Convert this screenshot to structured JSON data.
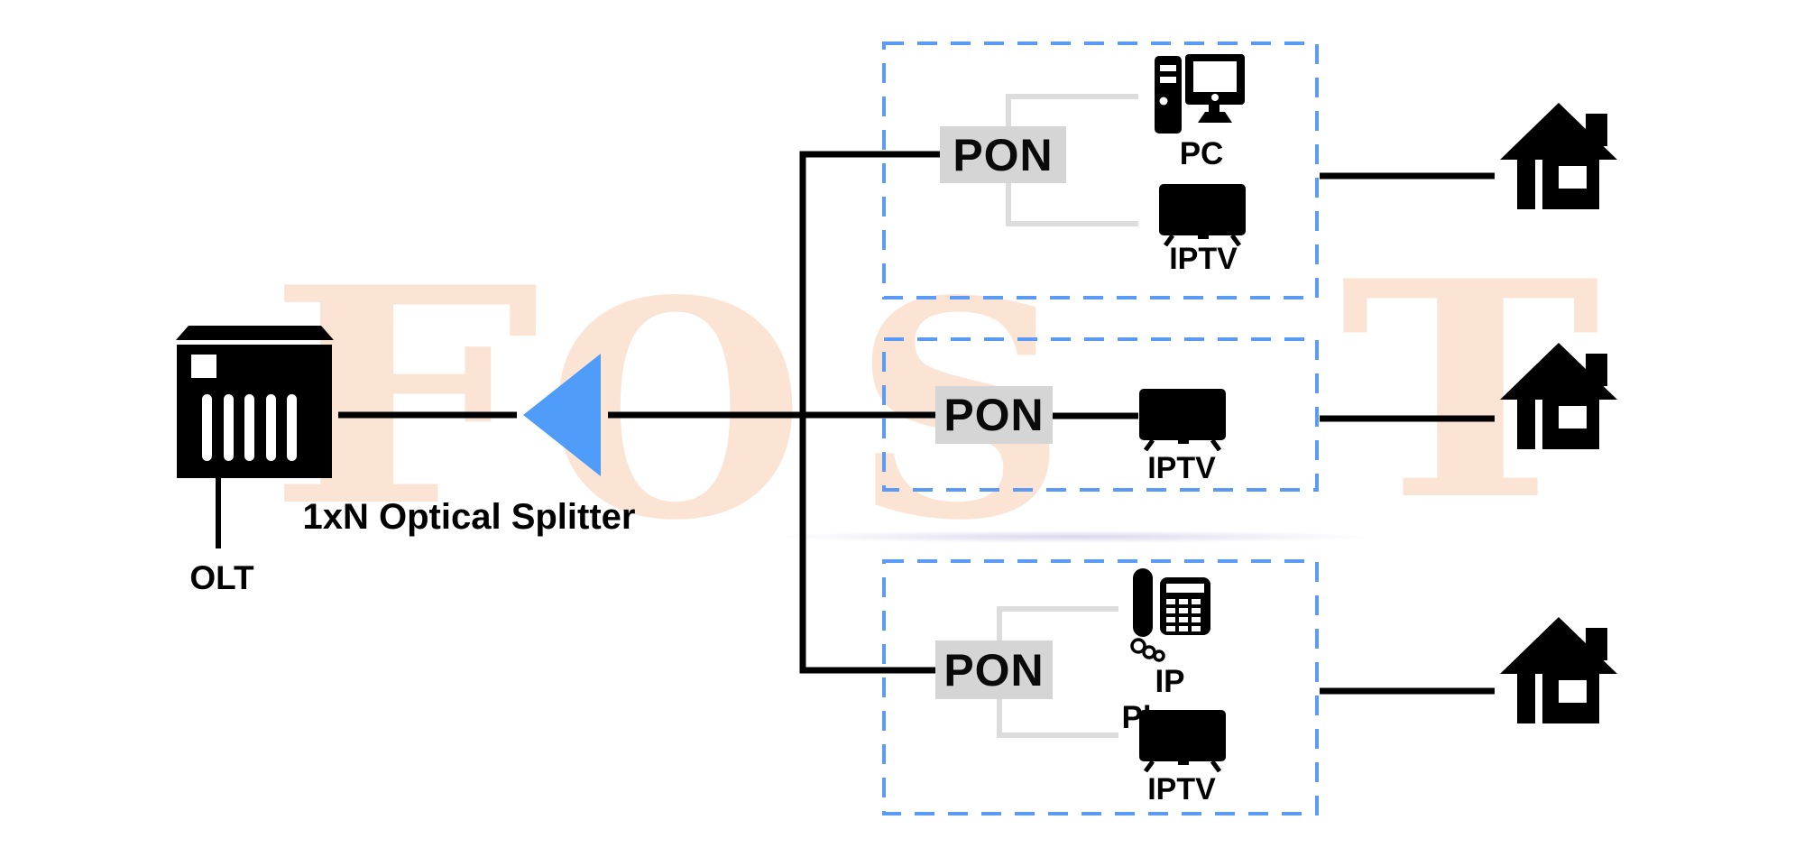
{
  "watermark": {
    "letters": [
      "F",
      "O",
      "S",
      "T"
    ]
  },
  "olt": {
    "label": "OLT",
    "icon": "olt-chassis-icon"
  },
  "splitter": {
    "label": "1xN Optical Splitter",
    "icon": "splitter-triangle-icon"
  },
  "groups": [
    {
      "pon_label": "PON",
      "devices": [
        {
          "icon": "pc-icon",
          "label": "PC"
        },
        {
          "icon": "iptv-icon",
          "label": "IPTV"
        }
      ],
      "endpoint_icon": "house-icon"
    },
    {
      "pon_label": "PON",
      "devices": [
        {
          "icon": "iptv-icon",
          "label": "IPTV"
        }
      ],
      "endpoint_icon": "house-icon"
    },
    {
      "pon_label": "PON",
      "devices": [
        {
          "icon": "ip-phone-icon",
          "label": "IP Phone"
        },
        {
          "icon": "iptv-icon",
          "label": "IPTV"
        }
      ],
      "endpoint_icon": "house-icon"
    }
  ],
  "colors": {
    "dash_blue": "#5b9bf6",
    "splitter_blue": "#4f9cf9",
    "pon_bg": "#d5d5d5",
    "bracket_gray": "#dcdcdc",
    "watermark_peach": "#fce4d5",
    "line_black": "#000000"
  }
}
